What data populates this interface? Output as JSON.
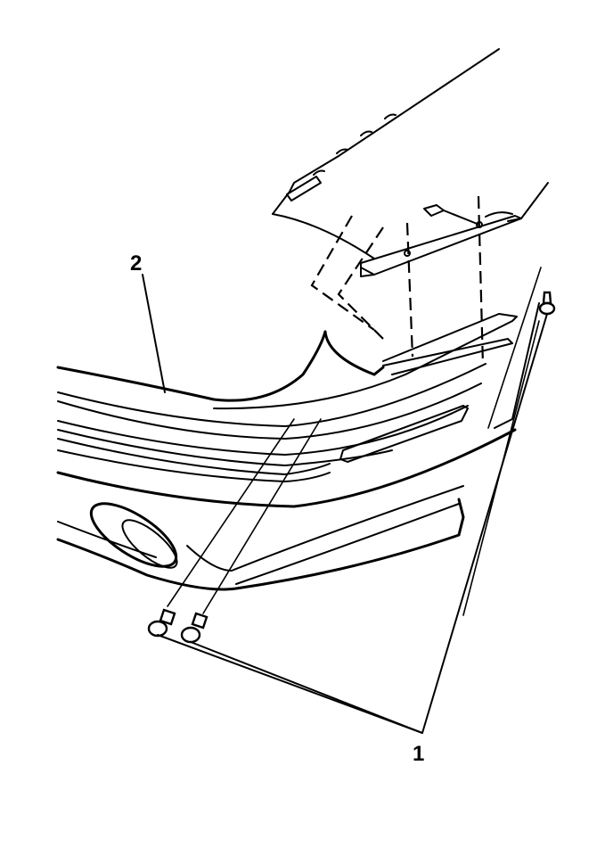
{
  "figure": {
    "subject": "Rear bumper fascia exploded view with fasteners",
    "background_color": "#ffffff",
    "line_color": "#000000"
  },
  "callouts": [
    {
      "id": "callout-1",
      "label": "1",
      "refers_to": "fasteners (bolts and push-in retainer)"
    },
    {
      "id": "callout-2",
      "label": "2",
      "refers_to": "bumper fascia"
    }
  ]
}
